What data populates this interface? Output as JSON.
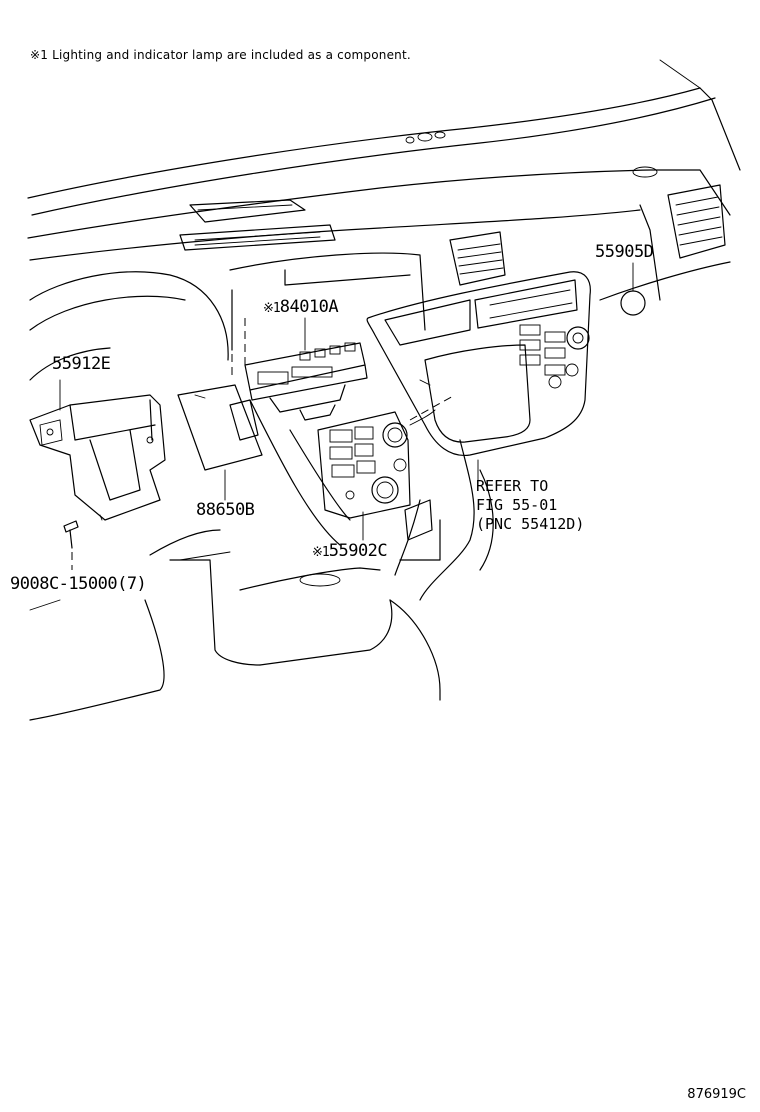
{
  "note": "※1 Lighting and indicator lamp are included as a component.",
  "callouts": {
    "p55905d": "55905D",
    "p84010a_mark": "※1",
    "p84010a": "84010A",
    "p55912e": "55912E",
    "p88650b": "88650B",
    "p55902c_mark": "※1",
    "p55902c": "55902C",
    "p9008c": "9008C-15000(7)"
  },
  "reference": {
    "line1": "REFER TO",
    "line2": "FIG 55-01",
    "line3": "(PNC 55412D)"
  },
  "figure_code": "876919C"
}
